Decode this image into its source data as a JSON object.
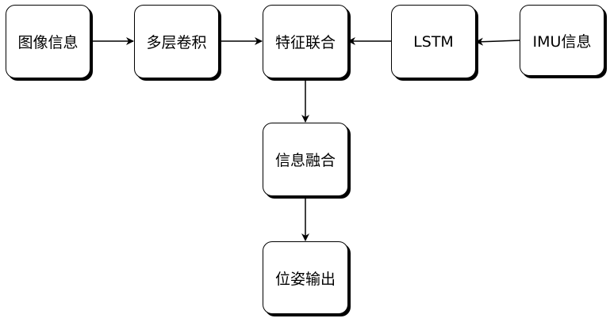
{
  "diagram": {
    "nodes": [
      {
        "id": "image_info",
        "label": "图像信息"
      },
      {
        "id": "multilayer_conv",
        "label": "多层卷积"
      },
      {
        "id": "feature_concat",
        "label": "特征联合"
      },
      {
        "id": "lstm",
        "label": "LSTM"
      },
      {
        "id": "imu_info",
        "label": "IMU信息"
      },
      {
        "id": "info_fusion",
        "label": "信息融合"
      },
      {
        "id": "pose_output",
        "label": "位姿输出"
      }
    ],
    "edges": [
      {
        "from": "image_info",
        "to": "multilayer_conv"
      },
      {
        "from": "multilayer_conv",
        "to": "feature_concat"
      },
      {
        "from": "imu_info",
        "to": "lstm"
      },
      {
        "from": "lstm",
        "to": "feature_concat"
      },
      {
        "from": "feature_concat",
        "to": "info_fusion"
      },
      {
        "from": "info_fusion",
        "to": "pose_output"
      }
    ]
  }
}
